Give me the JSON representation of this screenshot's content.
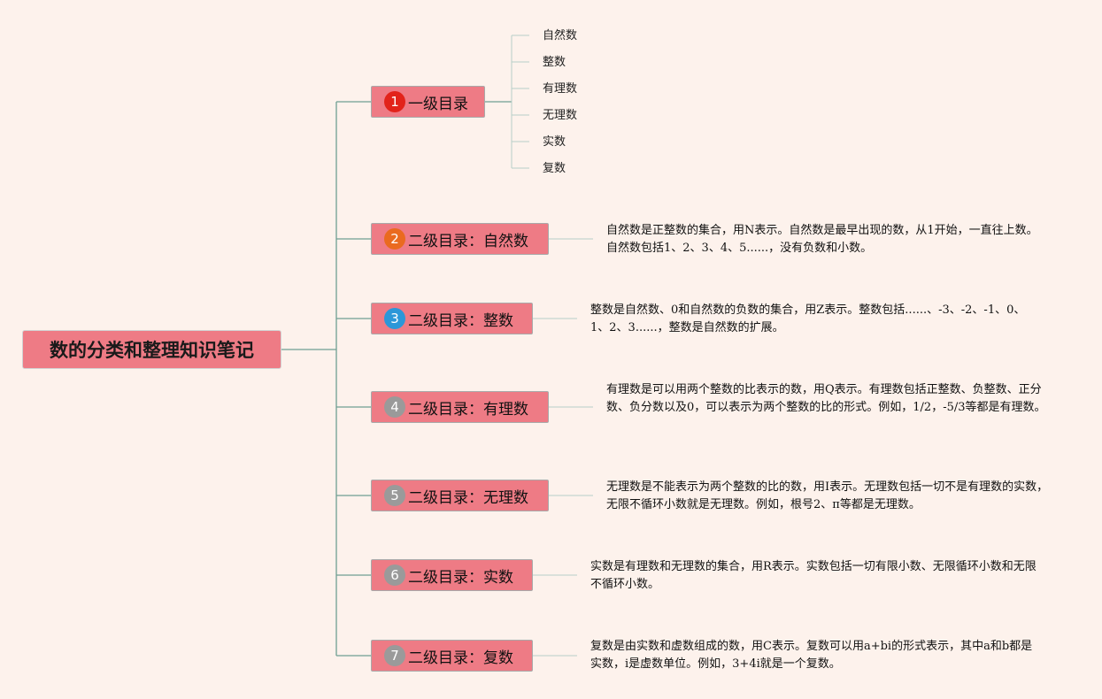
{
  "root": {
    "title": "数的分类和整理知识笔记"
  },
  "branches": [
    {
      "number": "1",
      "label": "一级目录",
      "badge_color": "#e2231a"
    },
    {
      "number": "2",
      "label": "二级目录：自然数",
      "badge_color": "#ea6a1f"
    },
    {
      "number": "3",
      "label": "二级目录：整数",
      "badge_color": "#2c97d8"
    },
    {
      "number": "4",
      "label": "二级目录：有理数",
      "badge_color": "#9a9a9a"
    },
    {
      "number": "5",
      "label": "二级目录：无理数",
      "badge_color": "#9a9a9a"
    },
    {
      "number": "6",
      "label": "二级目录：实数",
      "badge_color": "#9a9a9a"
    },
    {
      "number": "7",
      "label": "二级目录：复数",
      "badge_color": "#9a9a9a"
    }
  ],
  "level1_items": [
    "自然数",
    "整数",
    "有理数",
    "无理数",
    "实数",
    "复数"
  ],
  "descriptions": {
    "natural": "自然数是正整数的集合，用N表示。自然数是最早出现的数，从1开始，一直往上数。自然数包括1、2、3、4、5......，没有负数和小数。",
    "integer": "整数是自然数、0和自然数的负数的集合，用Z表示。整数包括......、-3、-2、-1、0、1、2、3......，整数是自然数的扩展。",
    "rational": "有理数是可以用两个整数的比表示的数，用Q表示。有理数包括正整数、负整数、正分数、负分数以及0，可以表示为两个整数的比的形式。例如，1/2，-5/3等都是有理数。",
    "irrational": "无理数是不能表示为两个整数的比的数，用I表示。无理数包括一切不是有理数的实数，无限不循环小数就是无理数。例如，根号2、π等都是无理数。",
    "real": "实数是有理数和无理数的集合，用R表示。实数包括一切有限小数、无限循环小数和无限不循环小数。",
    "complex": "复数是由实数和虚数组成的数，用C表示。复数可以用a+bi的形式表示，其中a和b都是实数，i是虚数单位。例如，3+4i就是一个复数。"
  }
}
